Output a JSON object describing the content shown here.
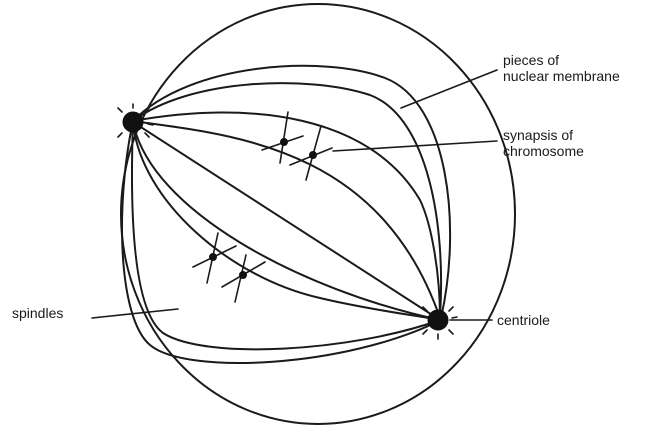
{
  "diagram": {
    "labels": {
      "nuclear_membrane": [
        "pieces of",
        "nuclear membrane"
      ],
      "synapsis": [
        "synapsis of",
        "chromosome"
      ],
      "spindles": "spindles",
      "centriole": "centriole"
    },
    "colors": {
      "ink": "#1a1a1a",
      "background": "#ffffff"
    }
  }
}
